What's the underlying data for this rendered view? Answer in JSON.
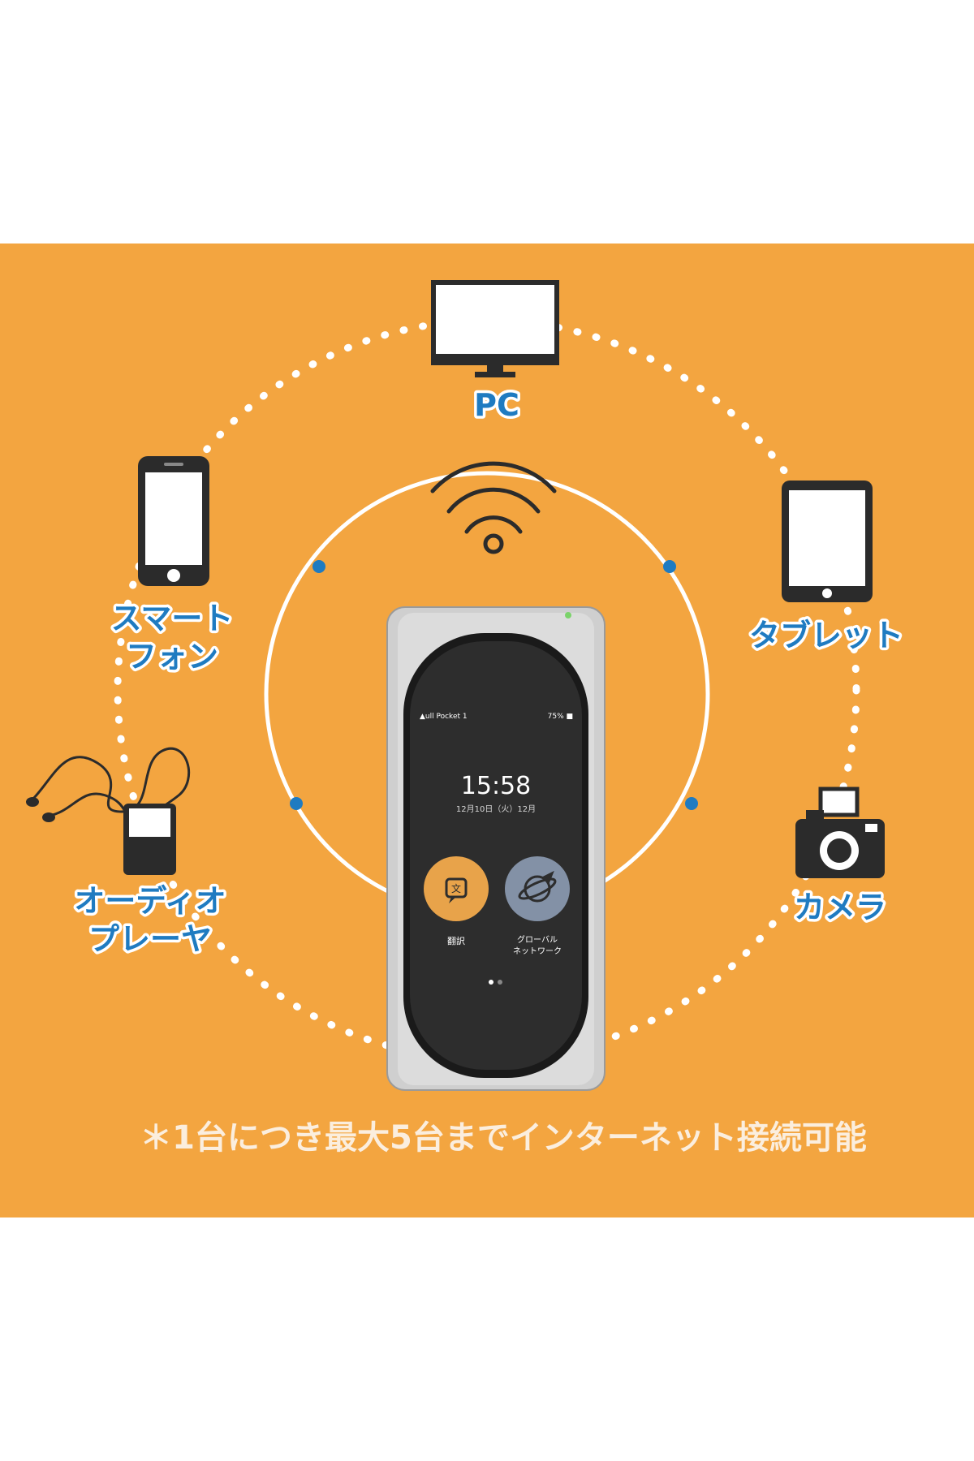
{
  "colors": {
    "background": "#f3a540",
    "label_blue": "#1f7bc1",
    "ring": "#ffffff",
    "dot": "#1f7bc1",
    "device_screen": "#2b2b2b",
    "body_silver": "#c9c9c9",
    "app_orange": "#e8a34a",
    "app_grey": "#8391a6"
  },
  "hub": {
    "icon": "wifi-icon",
    "device": "pocket-wifi-router",
    "screen": {
      "status_left": "▲ull Pocket 1",
      "status_right": "75% ■",
      "time": "15:58",
      "date": "12月10日（火）12月",
      "app_left_icon": "translate-icon",
      "app_left_label": "翻訳",
      "app_right_icon": "globe-icon",
      "app_right_label_line1": "グローバル",
      "app_right_label_line2": "ネットワーク"
    }
  },
  "devices": {
    "pc": {
      "label": "PC",
      "icon": "monitor-icon"
    },
    "smartphone": {
      "label_line1": "スマート",
      "label_line2": "フォン",
      "icon": "smartphone-icon"
    },
    "tablet": {
      "label": "タブレット",
      "icon": "tablet-icon"
    },
    "audio_player": {
      "label_line1": "オーディオ",
      "label_line2": "プレーヤ",
      "icon": "audio-player-icon"
    },
    "camera": {
      "label": "カメラ",
      "icon": "camera-icon"
    }
  },
  "footnote": "＊1台につき最大5台までインターネット接続可能"
}
